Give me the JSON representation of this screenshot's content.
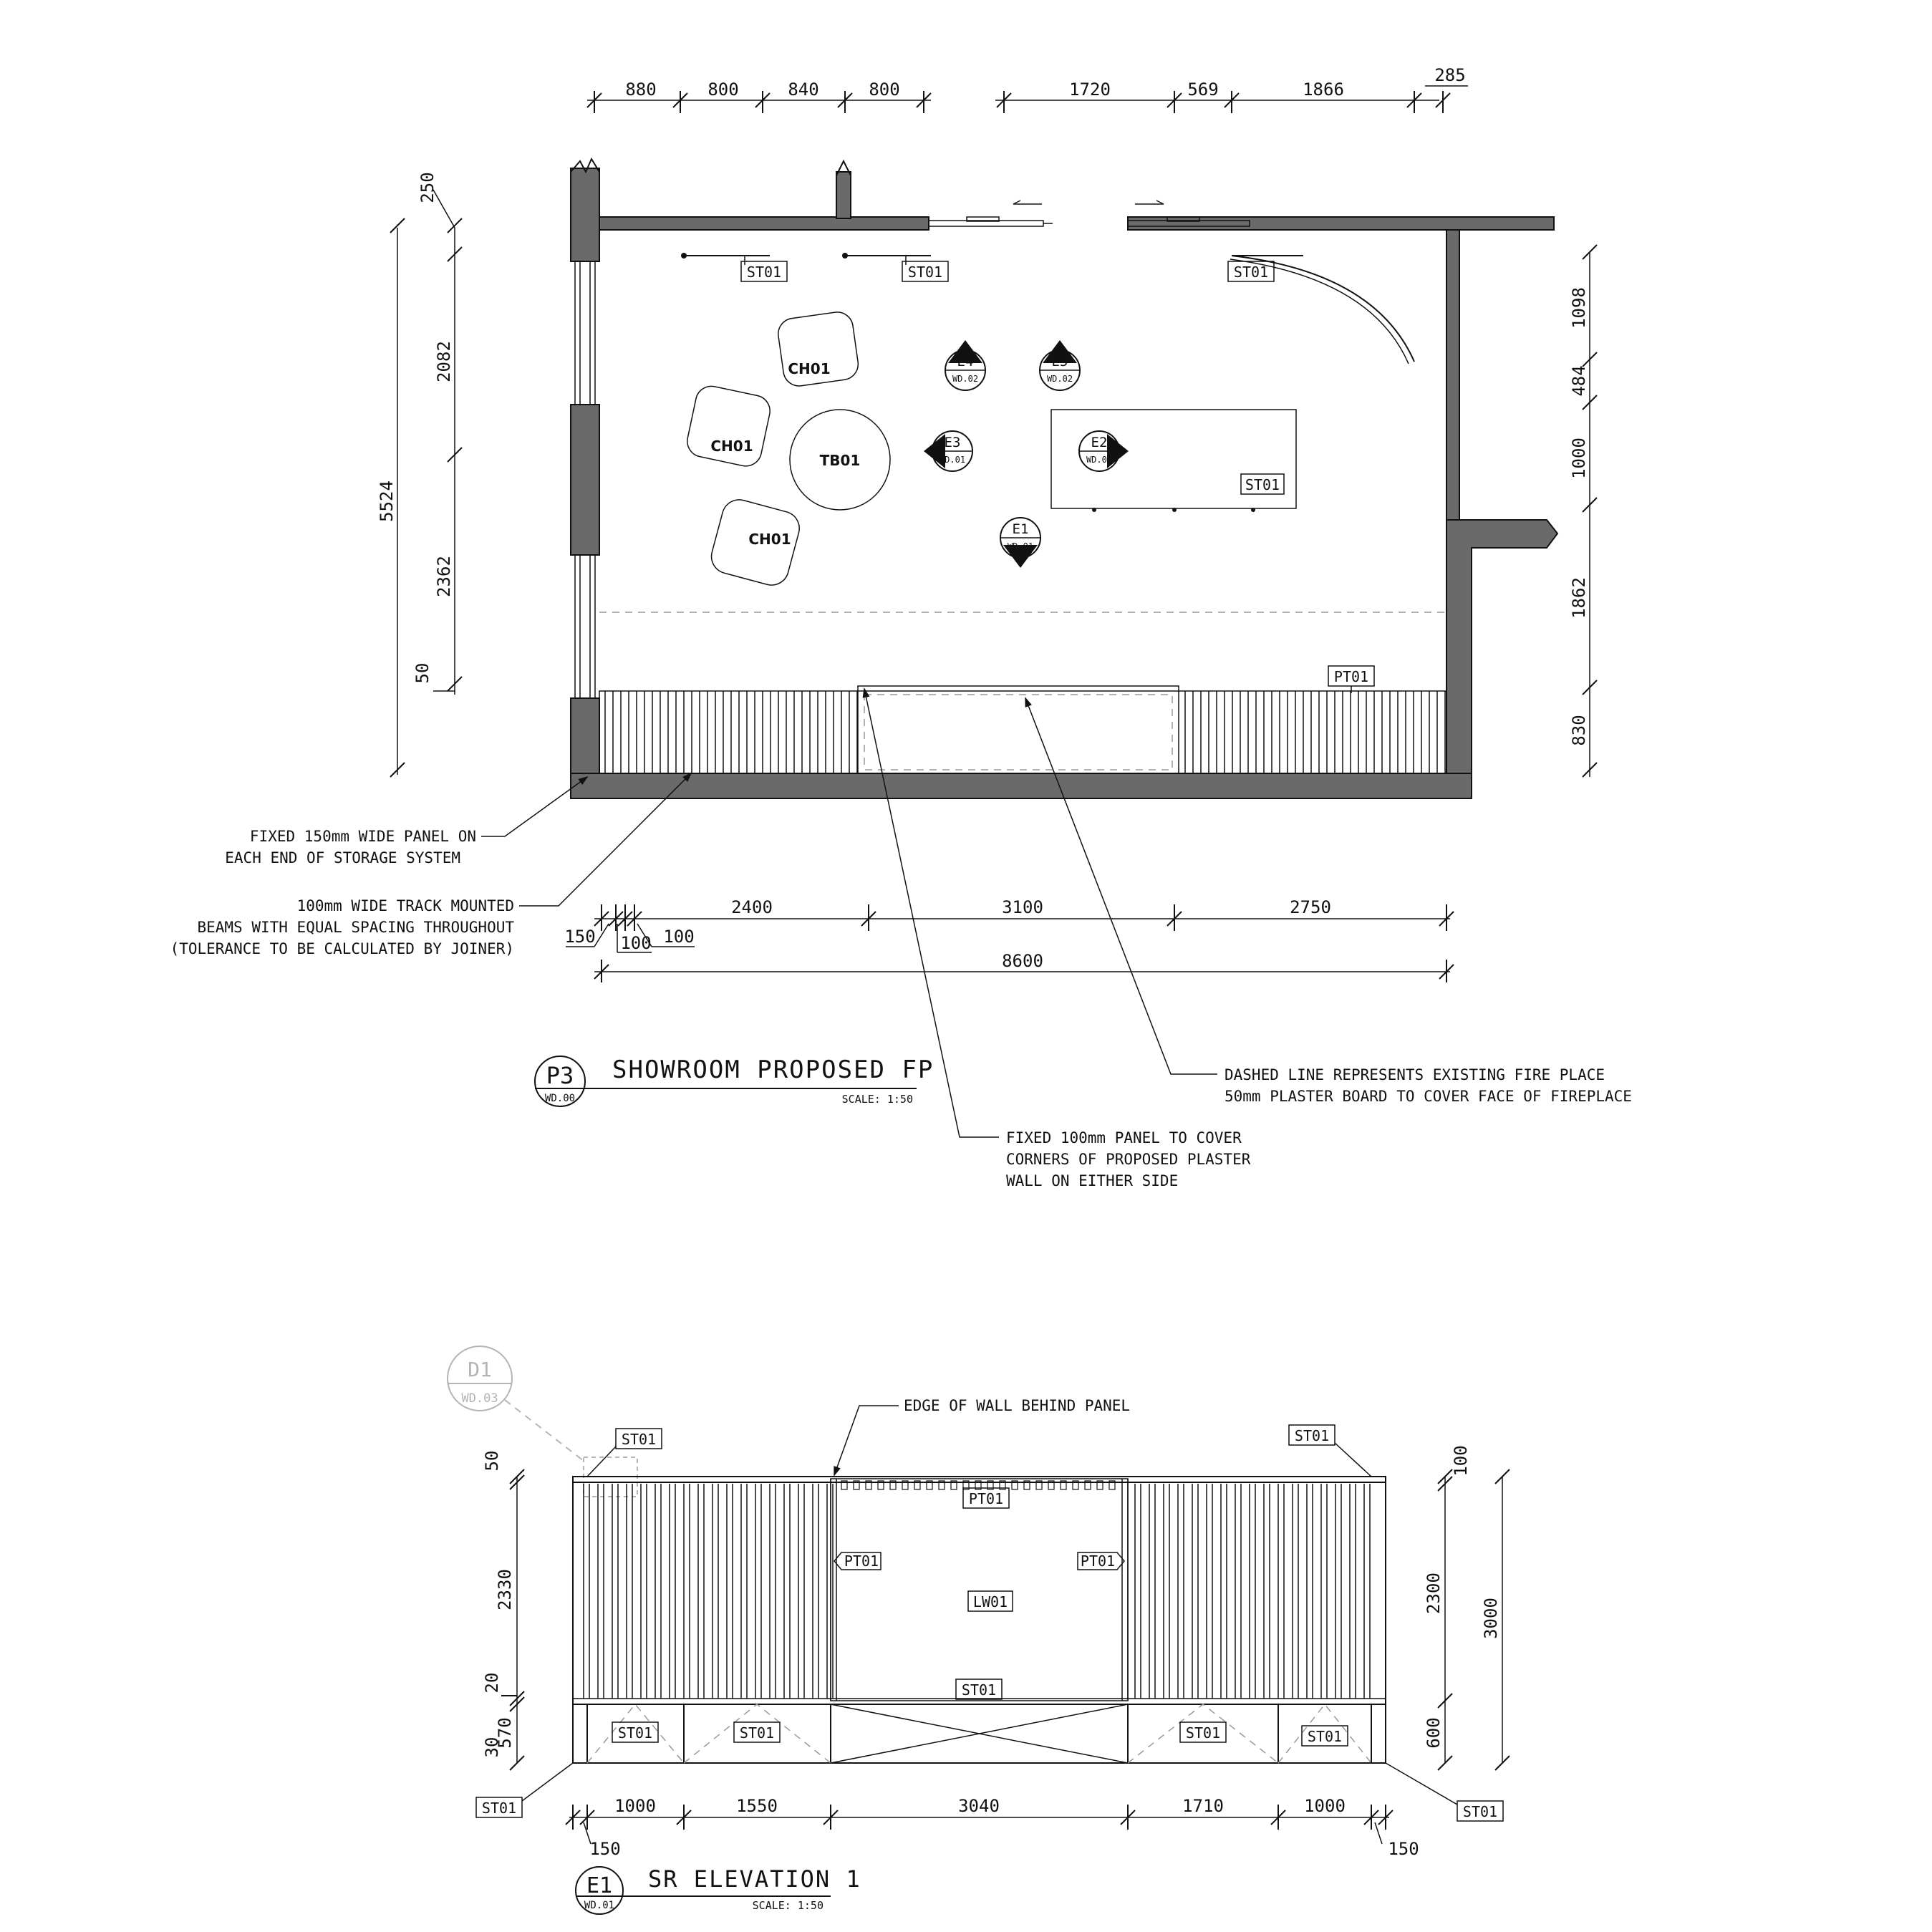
{
  "plan": {
    "title": "SHOWROOM PROPOSED FP",
    "scale": "SCALE: 1:50",
    "ref_code": "P3",
    "ref_sheet": "WD.00",
    "top_dims_left": [
      "880",
      "800",
      "840",
      "800"
    ],
    "top_dims_right": [
      "1720",
      "569",
      "1866",
      "285"
    ],
    "left_dims": [
      "250",
      "2082",
      "2362",
      "50"
    ],
    "left_total": "5524",
    "right_dims": [
      "1098",
      "484",
      "1000",
      "1862",
      "830"
    ],
    "bottom_dims": [
      "150",
      "100",
      "100",
      "2400",
      "3100",
      "2750"
    ],
    "bottom_total": "8600",
    "tags": {
      "st01": "ST01",
      "pt01": "PT01",
      "ch01": "CH01",
      "tb01": "TB01"
    },
    "markers": [
      {
        "id": "E1",
        "sheet": "WD.01"
      },
      {
        "id": "E2",
        "sheet": "WD.01"
      },
      {
        "id": "E3",
        "sheet": "WD.01"
      },
      {
        "id": "E4",
        "sheet": "WD.02"
      },
      {
        "id": "E5",
        "sheet": "WD.02"
      }
    ],
    "notes": {
      "fixed_panel_1": "FIXED 150mm WIDE PANEL ON",
      "fixed_panel_2": "EACH END OF STORAGE SYSTEM",
      "track_1": "100mm WIDE TRACK MOUNTED",
      "track_2": "BEAMS WITH EQUAL SPACING THROUGHOUT",
      "track_3": "(TOLERANCE TO BE CALCULATED BY JOINER)",
      "fireplace_1": "DASHED LINE REPRESENTS EXISTING FIRE PLACE",
      "fireplace_2": "50mm PLASTER BOARD TO COVER FACE OF FIREPLACE",
      "corner_1": "FIXED 100mm PANEL TO COVER",
      "corner_2": "CORNERS OF PROPOSED PLASTER",
      "corner_3": "WALL ON EITHER SIDE"
    }
  },
  "elevation": {
    "title": "SR ELEVATION 1",
    "scale": "SCALE: 1:50",
    "ref_code": "E1",
    "ref_sheet": "WD.01",
    "detail_code": "D1",
    "detail_sheet": "WD.03",
    "note_edge": "EDGE OF WALL BEHIND PANEL",
    "left_dims": [
      "50",
      "2330",
      "20",
      "570",
      "30"
    ],
    "right_dims": [
      "100",
      "2300",
      "600"
    ],
    "right_total": "3000",
    "bottom_dims": [
      "1000",
      "1550",
      "3040",
      "1710",
      "1000"
    ],
    "bottom_end_left": "150",
    "bottom_end_right": "150",
    "tags": {
      "st01": "ST01",
      "pt01": "PT01",
      "lw01": "LW01"
    }
  }
}
